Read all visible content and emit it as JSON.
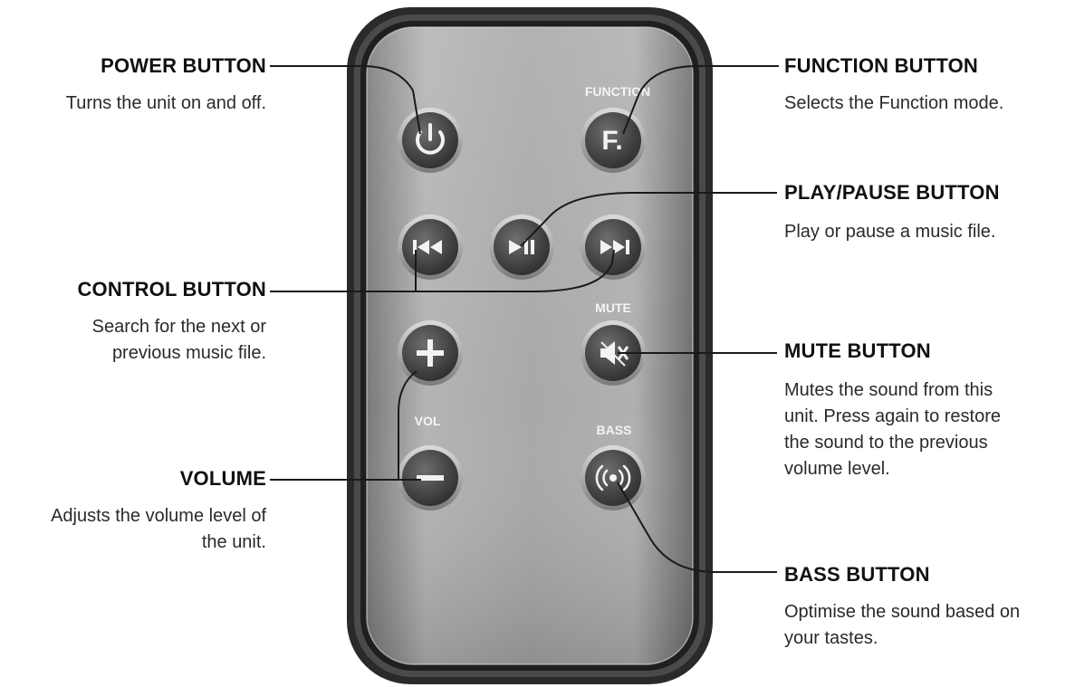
{
  "callouts": {
    "power": {
      "title": "POWER BUTTON",
      "desc": "Turns the unit on and off."
    },
    "control": {
      "title": "CONTROL BUTTON",
      "desc_lines": [
        "Search for the next or",
        "previous music file."
      ]
    },
    "volume": {
      "title": "VOLUME",
      "desc_lines": [
        "Adjusts the volume level of",
        "the unit."
      ]
    },
    "function": {
      "title": "FUNCTION BUTTON",
      "desc": "Selects the Function mode."
    },
    "play": {
      "title": "PLAY/PAUSE BUTTON",
      "desc": "Play or pause a music file."
    },
    "mute": {
      "title": "MUTE BUTTON",
      "desc_lines": [
        "Mutes the sound from this",
        "unit. Press again to restore",
        "the sound to the previous",
        "volume level."
      ]
    },
    "bass": {
      "title": "BASS BUTTON",
      "desc_lines": [
        "Optimise the sound based on",
        "your tastes."
      ]
    }
  },
  "remote_labels": {
    "function": "FUNCTION",
    "function_key": "F.",
    "mute": "MUTE",
    "vol": "VOL",
    "bass": "BASS"
  },
  "colors": {
    "body_outer": "#2b2b2b",
    "body_face": "#9a9a9a",
    "button": "#4a4a4a",
    "leader_line": "#1a1a1a"
  }
}
